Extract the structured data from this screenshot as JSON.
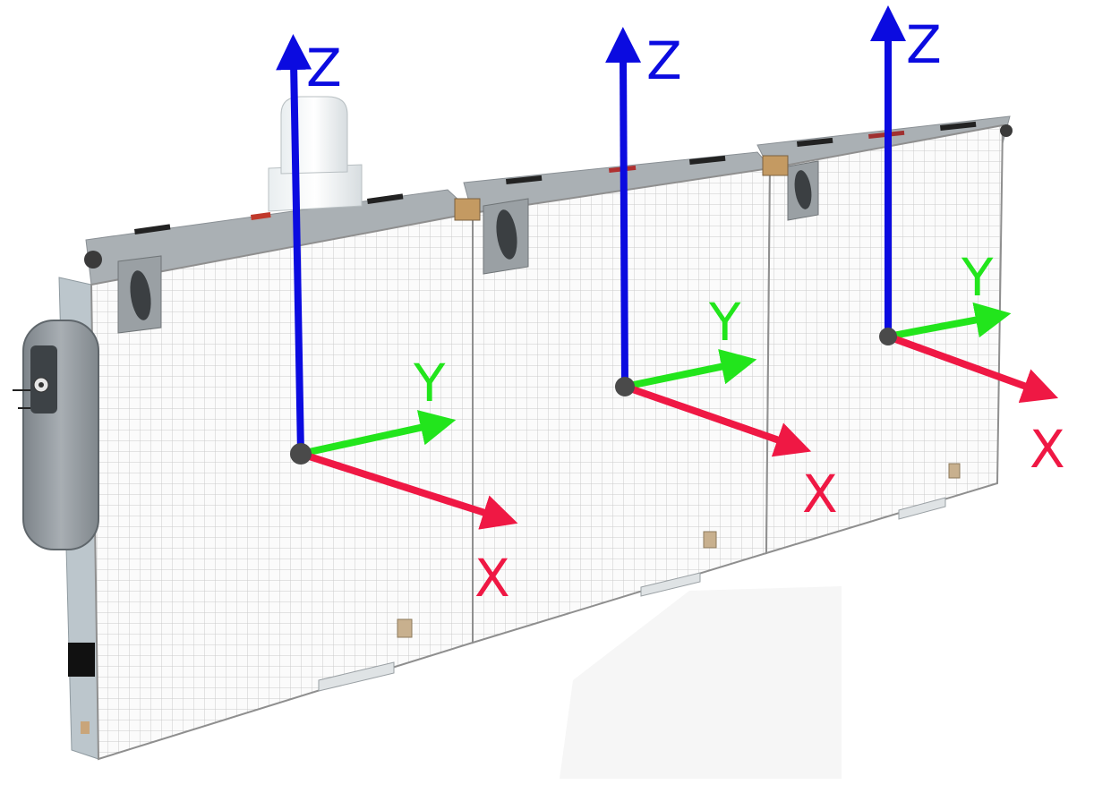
{
  "colors": {
    "background": "#ffffff",
    "panel_face": "#fbfbfb",
    "panel_grid": "#c9c9c9",
    "panel_edge": "#8f8f8f",
    "frame_side": "#bcc6cc",
    "frame_top": "#a7adb1",
    "housing": "#8f969c",
    "x_axis": "#ef1844",
    "y_axis": "#22e51c",
    "z_axis": "#0b0be0",
    "origin": "#4a4a4a"
  },
  "icons": {
    "connector_box": "cable-connector-box-icon",
    "mount_slot": "mounting-slot-icon",
    "top_cap": "cable-cap-icon"
  },
  "frames": [
    {
      "name": "frame-1",
      "labels": {
        "x": "X",
        "y": "Y",
        "z": "Z"
      }
    },
    {
      "name": "frame-2",
      "labels": {
        "x": "X",
        "y": "Y",
        "z": "Z"
      }
    },
    {
      "name": "frame-3",
      "labels": {
        "x": "X",
        "y": "Y",
        "z": "Z"
      }
    }
  ]
}
